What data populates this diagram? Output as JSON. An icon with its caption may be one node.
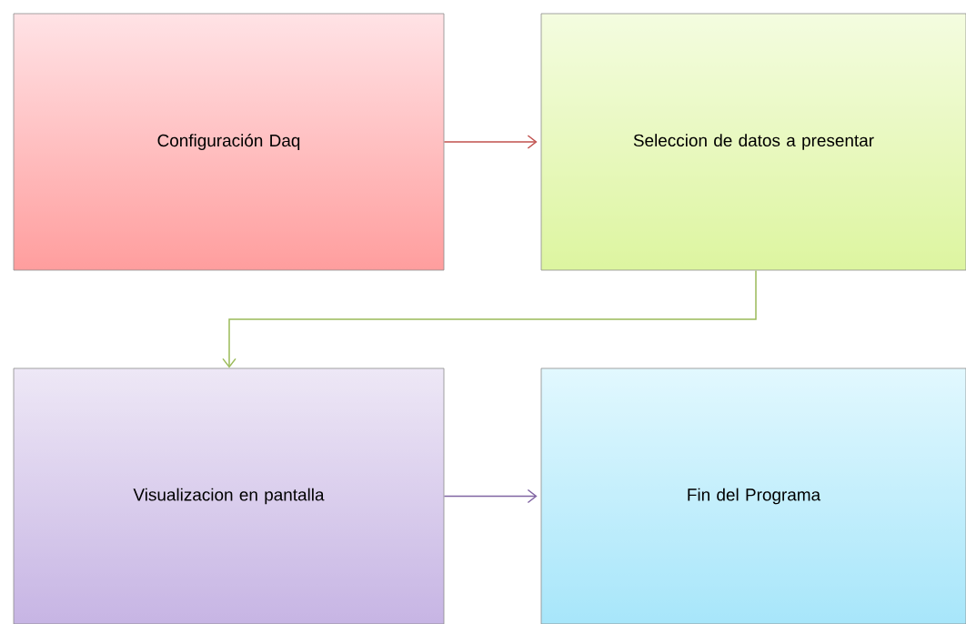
{
  "diagram": {
    "nodes": [
      {
        "text": [
          "Configuración Daq"
        ]
      },
      {
        "text": [
          "Seleccion de datos a presentar"
        ]
      },
      {
        "text": [
          "Visualizacion en pantalla"
        ]
      },
      {
        "text": [
          "Fin del Programa"
        ]
      }
    ],
    "edges": [
      {
        "from": 0,
        "to": 1,
        "arrow": "to",
        "color": "#c0504d"
      },
      {
        "from": 1,
        "to": 2,
        "arrow": "to",
        "color": "#9bbb59"
      },
      {
        "from": 2,
        "to": 3,
        "arrow": "to",
        "color": "#8064a2"
      }
    ]
  }
}
